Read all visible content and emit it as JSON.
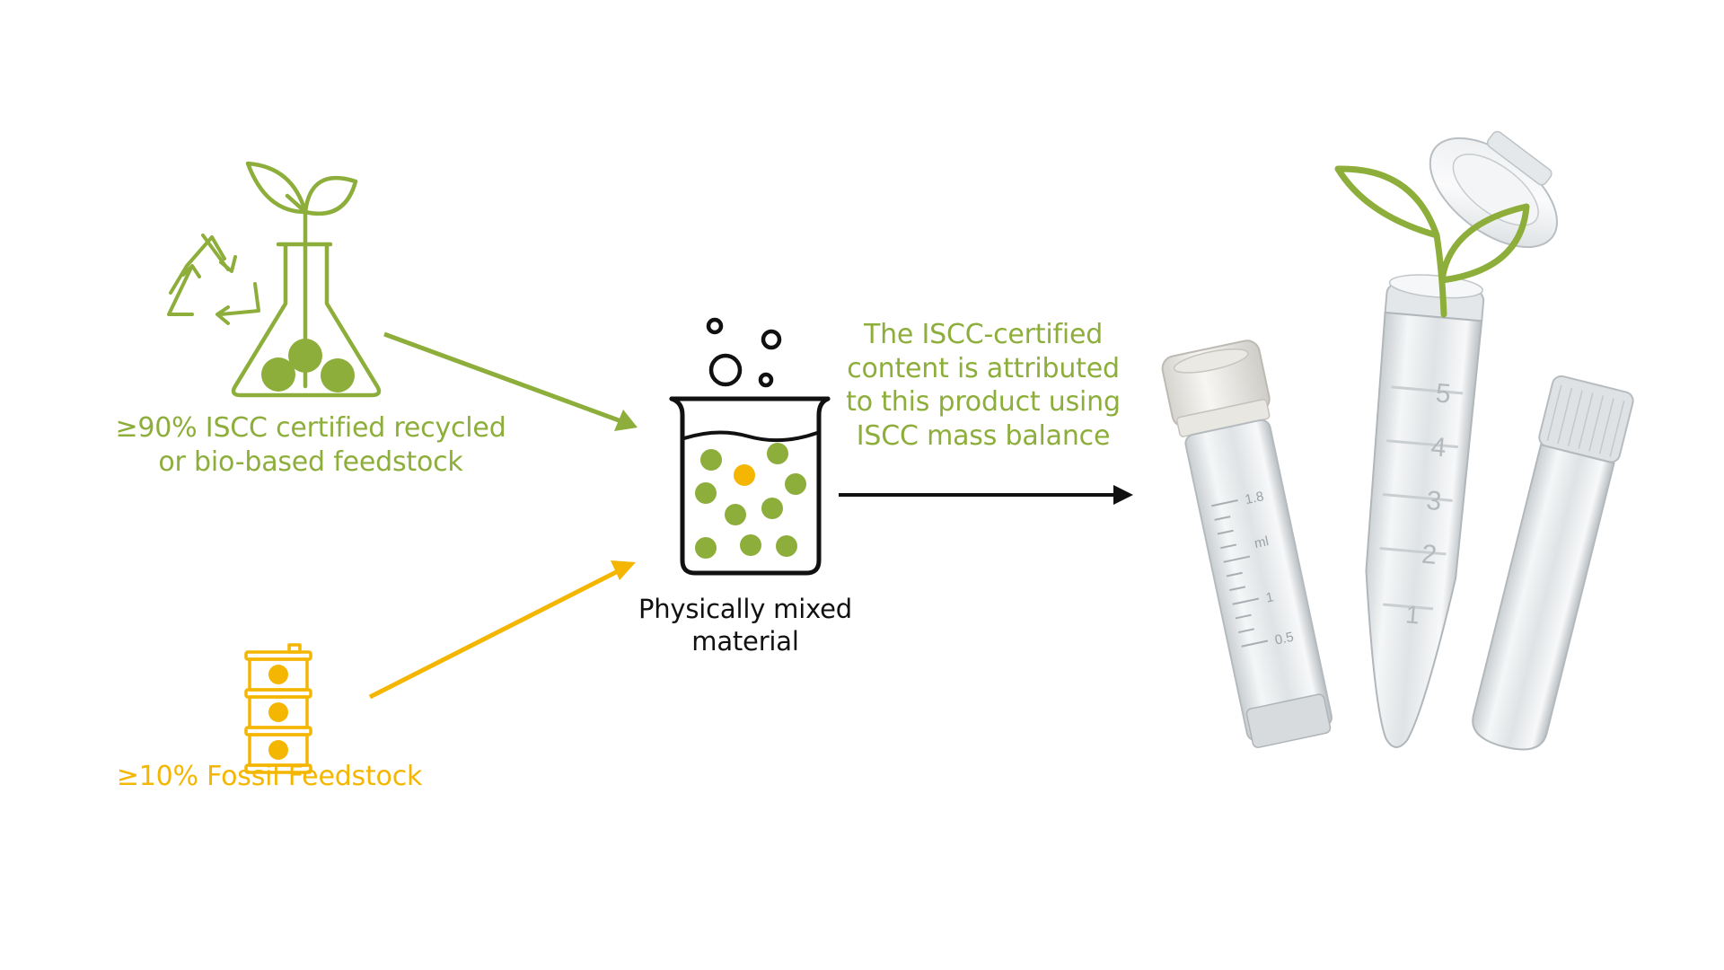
{
  "colors": {
    "green": "#8dae3b",
    "yellow": "#f4b600",
    "black": "#111111"
  },
  "inputs": {
    "recycled": {
      "line1": "≥90% ISCC certified recycled",
      "line2": "or bio-based feedstock",
      "icons": [
        "recycle-icon",
        "flask-with-sprout-icon"
      ]
    },
    "fossil": {
      "line1": "≥10% Fossil Feedstock",
      "icons": [
        "oil-barrel-icon"
      ]
    }
  },
  "mix": {
    "line1": "Physically mixed",
    "line2": "material",
    "icons": [
      "beaker-icon"
    ]
  },
  "attribution": {
    "line1": "The ISCC-certified",
    "line2": "content is attributed",
    "line3": "to this product using",
    "line4": "ISCC mass balance"
  },
  "product": {
    "icons": [
      "cryo-tube-icon",
      "microcentrifuge-tube-icon",
      "sprout-icon"
    ],
    "cryo_tube_marks": [
      "1.8",
      "ml",
      "1",
      "0.5"
    ],
    "micro_tube_marks": [
      "5",
      "4",
      "3",
      "2",
      "1"
    ]
  }
}
